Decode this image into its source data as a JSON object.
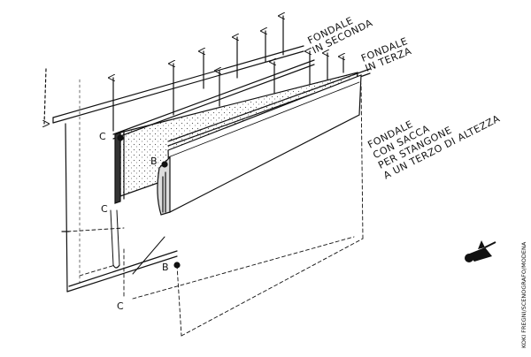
{
  "labels": {
    "fondale_seconda": [
      "FONDALE",
      "IN SECONDA"
    ],
    "fondale_terza": [
      "FONDALE",
      "IN TERZA"
    ],
    "fondale_sacca": [
      "FONDALE",
      "CON SACCA",
      "PER STANGONE",
      "A UN TERZO DI ALTEZZA"
    ],
    "marker_c": "C",
    "marker_b": "B"
  },
  "credit": "KOKI FREGNI/SCENOGRAFO/MODENA",
  "colors": {
    "ink": "#111111",
    "stipple": "#555555"
  }
}
